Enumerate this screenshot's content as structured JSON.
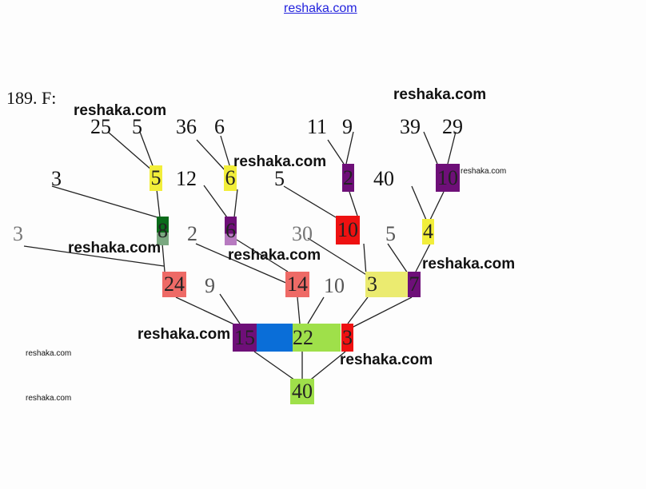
{
  "top_link": "reshaka.com",
  "title": "189. F:",
  "watermark": "reshaka.com",
  "nodes": {
    "n25": "25",
    "n5a": "5",
    "n36": "36",
    "n6a": "6",
    "n11": "11",
    "n9a": "9",
    "n39": "39",
    "n29": "29",
    "n3a": "3",
    "b5": "5",
    "n12": "12",
    "b6": "6",
    "n5b": "5",
    "b2": "2",
    "n40a": "40",
    "b10a": "10",
    "n3b": "3",
    "b8": "8",
    "n2": "2",
    "b6b": "6",
    "n30": "30",
    "b10b": "10",
    "n5c": "5",
    "b4": "4",
    "b24": "24",
    "n9b": "9",
    "b14": "14",
    "n10": "10",
    "b3a": "3",
    "b7": "7",
    "b15": "15",
    "b22": "22",
    "b3b": "3",
    "b40": "40"
  },
  "colors": {
    "yellow": "#f2ee3a",
    "purple": "#6e0f78",
    "red": "#ee1111",
    "green": "#0a6b1a",
    "salmon": "#ee6a66",
    "lime": "#9fe04a",
    "blue": "#0a6ed8"
  }
}
